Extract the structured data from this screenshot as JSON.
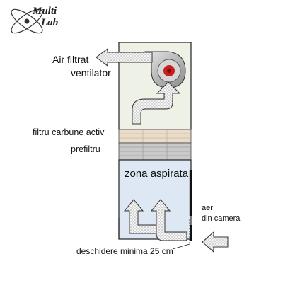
{
  "logo": {
    "line1": "Multi",
    "line2": "Lab"
  },
  "labels": {
    "air_out": "Air filtrat",
    "fan": "ventilator",
    "carbon_filter": "filtru carbune activ",
    "prefilter": "prefiltru",
    "suction_zone": "zona aspirata",
    "room_air_line1": "aer",
    "room_air_line2": "din camera",
    "min_opening": "deschidere minima 25 cm"
  },
  "icons": {
    "flow_arrows": "dotted-arrow-icon",
    "fan": "fan-icon"
  },
  "colors": {
    "upper_chamber": "#edf1e6",
    "lower_chamber": "#dde8f4",
    "carbon_filter": "#e9dcc8",
    "prefilter": "#c9c9c9",
    "fan_red": "#c81e1e"
  }
}
